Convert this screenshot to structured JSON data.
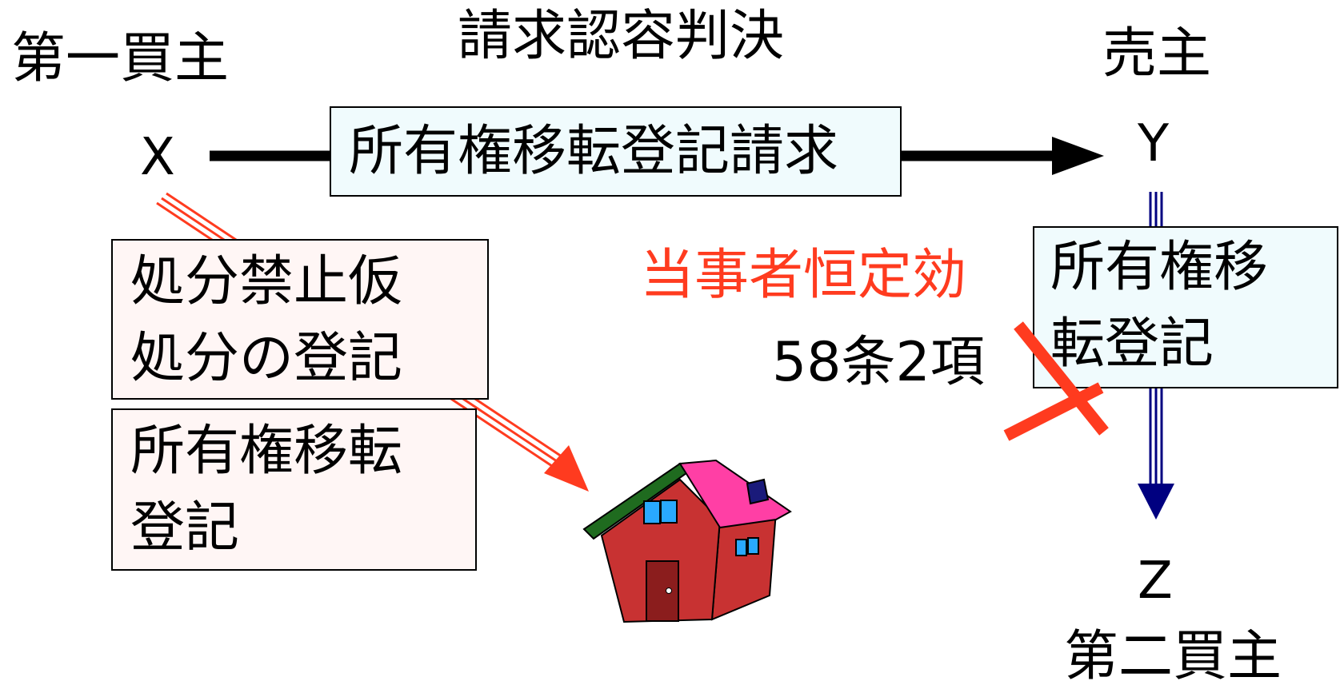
{
  "labels": {
    "first_buyer": "第一買主",
    "judgment": "請求認容判決",
    "seller": "売主",
    "x": "X",
    "y": "Y",
    "z": "Z",
    "second_buyer": "第二買主",
    "estoppel": "当事者恒定効",
    "article": "58条2項"
  },
  "boxes": {
    "claim": "所有権移転登記請求",
    "transfer_line1": "所有権移",
    "transfer_line2": "転登記",
    "injunction_line1": "処分禁止仮",
    "injunction_line2": "処分の登記",
    "x_transfer_line1": "所有権移転",
    "x_transfer_line2": "登記"
  },
  "colors": {
    "estoppel_text": "#ff3b1f",
    "cross": "#ff3b1f",
    "x_to_house_arrow": "#ff3b1f",
    "y_to_z_arrow": "#000080",
    "main_arrow": "#000000",
    "cyan_box": "#f0fbfd",
    "pink_box": "#fff6f5"
  },
  "icons": {
    "house": "house-icon",
    "cross": "cross-mark-icon"
  }
}
